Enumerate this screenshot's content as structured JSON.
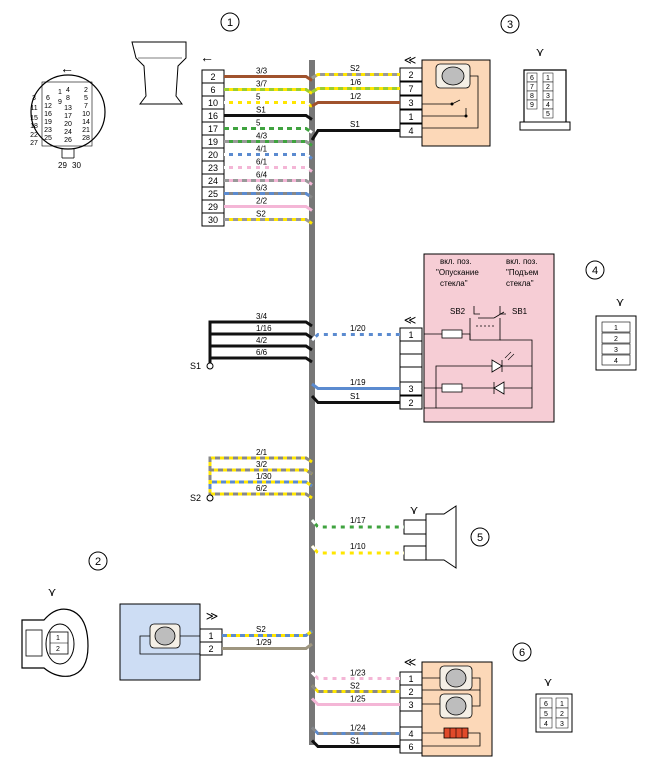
{
  "callouts": [
    "1",
    "2",
    "3",
    "4",
    "5",
    "6"
  ],
  "connector1": {
    "pins": [
      "2",
      "6",
      "10",
      "16",
      "17",
      "19",
      "20",
      "23",
      "24",
      "25",
      "29",
      "30"
    ],
    "wire_labels": [
      "3/3",
      "3/7",
      "5",
      "S1",
      "5",
      "4/3",
      "4/1",
      "6/1",
      "6/4",
      "6/3",
      "2/2",
      "S2"
    ],
    "wire_colors": [
      [
        "#a0522d"
      ],
      [
        "#ffe600",
        "#9acd32"
      ],
      [
        "#ffe600",
        "#ffffff"
      ],
      [
        "#111111"
      ],
      [
        "#ffffff",
        "#3fa33f"
      ],
      [
        "#3fa33f",
        "#999999"
      ],
      [
        "#5b8bd0",
        "#ffffff"
      ],
      [
        "#f4b6d6",
        "#ffffff"
      ],
      [
        "#f4b6d6",
        "#999999"
      ],
      [
        "#888888",
        "#5b8bd0"
      ],
      [
        "#f4b6d6"
      ],
      [
        "#ffe600",
        "#999999"
      ]
    ],
    "face_pins_left": [
      "3",
      "11",
      "15",
      "18",
      "22",
      "27"
    ],
    "face_pins_mid": [
      "6",
      "12",
      "16",
      "19",
      "23",
      "25"
    ],
    "face_pins_mid2": [
      "4",
      "8",
      "13",
      "17",
      "20",
      "24",
      "26"
    ],
    "face_pins_right": [
      "2",
      "5",
      "7",
      "10",
      "14",
      "21",
      "28"
    ],
    "face_pins_inner": [
      "1",
      "9"
    ],
    "face_bottom": [
      "29",
      "30"
    ]
  },
  "connector3": {
    "pins": [
      "2",
      "7",
      "3",
      "1",
      "4"
    ],
    "wire_labels": [
      "S2",
      "1/6",
      "1/2",
      "S1"
    ],
    "side_pins": [
      "6",
      "1",
      "2",
      "7",
      "8",
      "3",
      "9",
      "4",
      "5"
    ]
  },
  "ground_s1": {
    "label": "S1",
    "wire_labels": [
      "3/4",
      "1/16",
      "4/2",
      "6/6"
    ]
  },
  "ground_s2": {
    "label": "S2",
    "wire_labels": [
      "2/1",
      "3/2",
      "1/30",
      "6/2"
    ]
  },
  "switch4": {
    "pos_down_label": "вкл. поз. \"Опускание стекла\"",
    "pos_down_lines": [
      "вкл. поз.",
      "\"Опускание",
      "стекла\""
    ],
    "pos_up_lines": [
      "вкл. поз.",
      "\"Подъем",
      "стекла\""
    ],
    "sb2": "SB2",
    "sb1": "SB1",
    "pins": [
      "1",
      "3",
      "2"
    ],
    "wire_labels": [
      "1/20",
      "1/19",
      "S1"
    ],
    "side_pins": [
      "1",
      "2",
      "3",
      "4"
    ]
  },
  "speaker5": {
    "wire_labels": [
      "1/17",
      "1/10"
    ]
  },
  "motor2": {
    "pins": [
      "1",
      "2"
    ],
    "wire_labels": [
      "S2",
      "1/29"
    ],
    "side_pins": [
      "1",
      "2"
    ]
  },
  "block6": {
    "pins": [
      "1",
      "2",
      "3",
      "4",
      "6"
    ],
    "wire_labels": [
      "1/23",
      "S2",
      "1/25",
      "1/24",
      "S1"
    ],
    "side_pins": [
      "6",
      "1",
      "5",
      "2",
      "4",
      "3"
    ]
  }
}
